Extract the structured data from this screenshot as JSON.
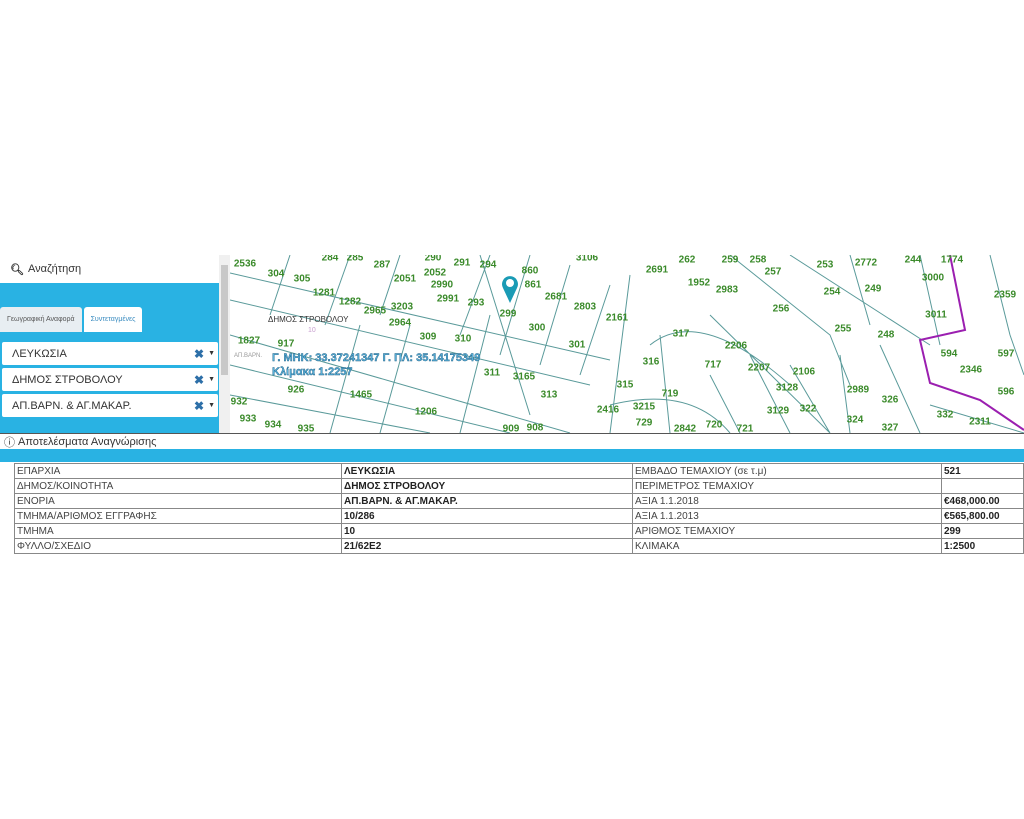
{
  "search": {
    "title": "Αναζήτηση",
    "tabs": [
      "Γεωγραφική Αναφορά",
      "Συντεταγμένες"
    ],
    "selects": [
      "ΛΕΥΚΩΣΙΑ",
      "ΔΗΜΟΣ ΣΤΡΟΒΟΛΟΥ",
      "ΑΠ.ΒΑΡΝ. & ΑΓ.ΜΑΚΑΡ."
    ]
  },
  "map": {
    "municipality_label": "ΔΗΜΟΣ ΣΤΡΟΒΟΛΟΥ",
    "section_label": "10",
    "parish_label": "ΑΠ.ΒΑΡΝ.",
    "coords": "Γ. ΜΗΚ: 33.37241347 Γ. ΠΛ: 35.14175349",
    "scale": "Κλίμακα 1:2257",
    "parcels": [
      "2536",
      "304",
      "284",
      "285",
      "287",
      "290",
      "291",
      "294",
      "3106",
      "305",
      "1281",
      "2051",
      "2052",
      "2990",
      "860",
      "861",
      "2681",
      "2803",
      "2161",
      "1282",
      "2965",
      "3203",
      "2991",
      "293",
      "299",
      "300",
      "2964",
      "309",
      "301",
      "1827",
      "917",
      "310",
      "311",
      "3165",
      "313",
      "926",
      "1465",
      "1206",
      "932",
      "933",
      "934",
      "935",
      "909",
      "908",
      "2691",
      "262",
      "259",
      "258",
      "257",
      "1952",
      "2983",
      "256",
      "253",
      "2772",
      "254",
      "249",
      "255",
      "248",
      "244",
      "1774",
      "3000",
      "3011",
      "2359",
      "317",
      "316",
      "2206",
      "2207",
      "717",
      "2106",
      "315",
      "3128",
      "719",
      "2416",
      "3215",
      "729",
      "3129",
      "322",
      "2842",
      "720",
      "721",
      "2989",
      "326",
      "324",
      "327",
      "594",
      "597",
      "2346",
      "596",
      "332",
      "2311"
    ]
  },
  "results": {
    "title": "Αποτελέσματα Αναγνώρισης",
    "rows": [
      [
        "ΕΠΑΡΧΙΑ",
        "ΛΕΥΚΩΣΙΑ",
        "ΕΜΒΑΔΟ ΤΕΜΑΧΙΟΥ (σε τ.μ)",
        "521"
      ],
      [
        "ΔΗΜΟΣ/ΚΟΙΝΟΤΗΤΑ",
        "ΔΗΜΟΣ ΣΤΡΟΒΟΛΟΥ",
        "ΠΕΡΙΜΕΤΡΟΣ ΤΕΜΑΧΙΟΥ",
        ""
      ],
      [
        "ΕΝΟΡΙΑ",
        "ΑΠ.ΒΑΡΝ. & ΑΓ.ΜΑΚΑΡ.",
        "ΑΞΙΑ 1.1.2018",
        "€468,000.00"
      ],
      [
        "ΤΜΗΜΑ/ΑΡΙΘΜΟΣ ΕΓΓΡΑΦΗΣ",
        "10/286",
        "ΑΞΙΑ 1.1.2013",
        "€565,800.00"
      ],
      [
        "ΤΜΗΜΑ",
        "10",
        "ΑΡΙΘΜΟΣ ΤΕΜΑΧΙΟΥ",
        "299"
      ],
      [
        "ΦΥΛΛΟ/ΣΧΕΔΙΟ",
        "21/62E2",
        "ΚΛΙΜΑΚΑ",
        "1:2500"
      ]
    ]
  },
  "colors": {
    "accent": "#29b2e3",
    "parcel_text": "#3a8a2a",
    "boundary": "#9b1fb0",
    "marker": "#1a9bb5"
  }
}
